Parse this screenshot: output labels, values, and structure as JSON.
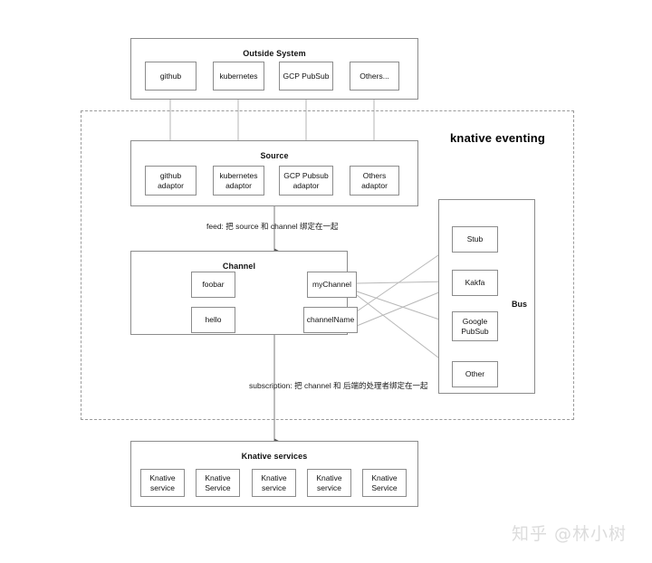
{
  "diagram": {
    "title": "knative eventing",
    "watermark": "知乎 @林小树",
    "groups": {
      "outside_system": {
        "label": "Outside System",
        "nodes": [
          {
            "label": "github"
          },
          {
            "label": "kubernetes"
          },
          {
            "label": "GCP PubSub"
          },
          {
            "label": "Others..."
          }
        ]
      },
      "source": {
        "label": "Source",
        "nodes": [
          {
            "label": "github\nadaptor"
          },
          {
            "label": "kubernetes\nadaptor"
          },
          {
            "label": "GCP Pubsub\nadaptor"
          },
          {
            "label": "Others\nadaptor"
          }
        ]
      },
      "channel": {
        "label": "Channel",
        "nodes": [
          {
            "label": "foobar"
          },
          {
            "label": "hello"
          },
          {
            "label": "myChannel"
          },
          {
            "label": "channelName"
          }
        ]
      },
      "bus": {
        "label": "Bus",
        "nodes": [
          {
            "label": "Stub"
          },
          {
            "label": "Kakfa"
          },
          {
            "label": "Google\nPubSub"
          },
          {
            "label": "Other"
          }
        ]
      },
      "knative_services": {
        "label": "Knative services",
        "nodes": [
          {
            "label": "Knative\nservice"
          },
          {
            "label": "Knative\nService"
          },
          {
            "label": "Knative\nservice"
          },
          {
            "label": "Knative\nservice"
          },
          {
            "label": "Knative\nService"
          }
        ]
      }
    },
    "edge_labels": {
      "feed": "feed: 把 source 和 channel 绑定在一起",
      "subscription": "subscription:  把 channel 和 后端的处理者绑定在一起"
    },
    "colors": {
      "box_border": "#8c8c8c",
      "dashed_border": "#9a9a9a",
      "line": "#b3b3b3",
      "arrow": "#8c8c8c",
      "text": "#111111",
      "watermark": "#dcdcdc"
    }
  }
}
